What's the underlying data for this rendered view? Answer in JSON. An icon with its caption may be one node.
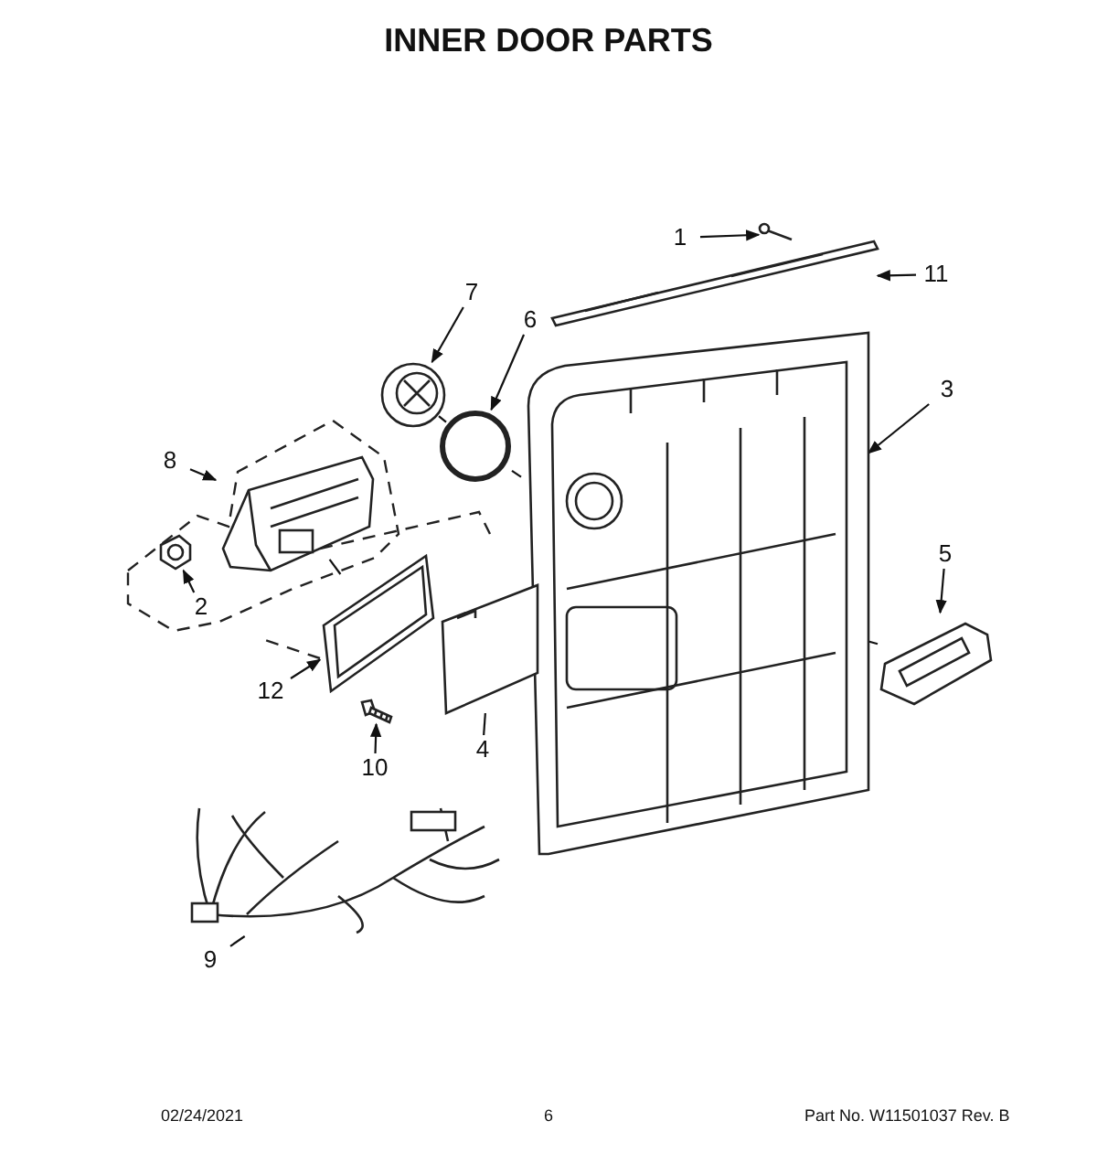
{
  "diagram": {
    "title": "INNER DOOR PARTS",
    "nodes": [
      {
        "text": [
          "1"
        ]
      },
      {
        "text": [
          "11"
        ]
      },
      {
        "text": [
          "7"
        ]
      },
      {
        "text": [
          "6"
        ]
      },
      {
        "text": [
          "3"
        ]
      },
      {
        "text": [
          "8"
        ]
      },
      {
        "text": [
          "5"
        ]
      },
      {
        "text": [
          "2"
        ]
      },
      {
        "text": [
          "12"
        ]
      },
      {
        "text": [
          "4"
        ]
      },
      {
        "text": [
          "10"
        ]
      },
      {
        "text": [
          "9"
        ]
      },
      {
        "text": [],
        "shape": "picture"
      },
      {
        "text": [],
        "shape": "picture"
      },
      {
        "text": [],
        "shape": "picture"
      },
      {
        "text": [],
        "shape": "circle"
      },
      {
        "text": [],
        "shape": "picture"
      },
      {
        "text": [],
        "shape": "picture"
      },
      {
        "text": [],
        "shape": "picture"
      },
      {
        "text": [],
        "shape": "picture"
      },
      {
        "text": [],
        "shape": "picture"
      },
      {
        "text": [],
        "shape": "picture"
      },
      {
        "text": [],
        "shape": "picture"
      },
      {
        "text": [],
        "shape": "picture"
      }
    ],
    "edges": [
      {
        "from": 0,
        "to": 12,
        "arrow": "to"
      },
      {
        "from": 1,
        "to": 13,
        "arrow": "to"
      },
      {
        "from": 2,
        "to": 14,
        "arrow": "to"
      },
      {
        "from": 3,
        "to": 15,
        "arrow": "to"
      },
      {
        "from": 4,
        "to": 16,
        "arrow": "to"
      },
      {
        "from": 5,
        "to": 17,
        "arrow": "to"
      },
      {
        "from": 6,
        "to": 18,
        "arrow": "to"
      },
      {
        "from": 7,
        "to": 19,
        "arrow": "to"
      },
      {
        "from": 8,
        "to": 20,
        "arrow": "to"
      },
      {
        "from": 9,
        "to": 21,
        "arrow": "none"
      },
      {
        "from": 10,
        "to": 22,
        "arrow": "to"
      },
      {
        "from": 11,
        "to": 23,
        "arrow": "none"
      },
      {
        "from": 14,
        "to": 15,
        "arrow": "none"
      },
      {
        "from": 15,
        "to": 16,
        "arrow": "none"
      },
      {
        "from": 16,
        "to": 18,
        "arrow": "none",
        "style": "dashed"
      },
      {
        "from": 17,
        "to": 20,
        "arrow": "none",
        "style": "dashed"
      }
    ],
    "labels": [
      "02/24/2021",
      "6",
      "Part No. W11501037  Rev. B"
    ]
  }
}
